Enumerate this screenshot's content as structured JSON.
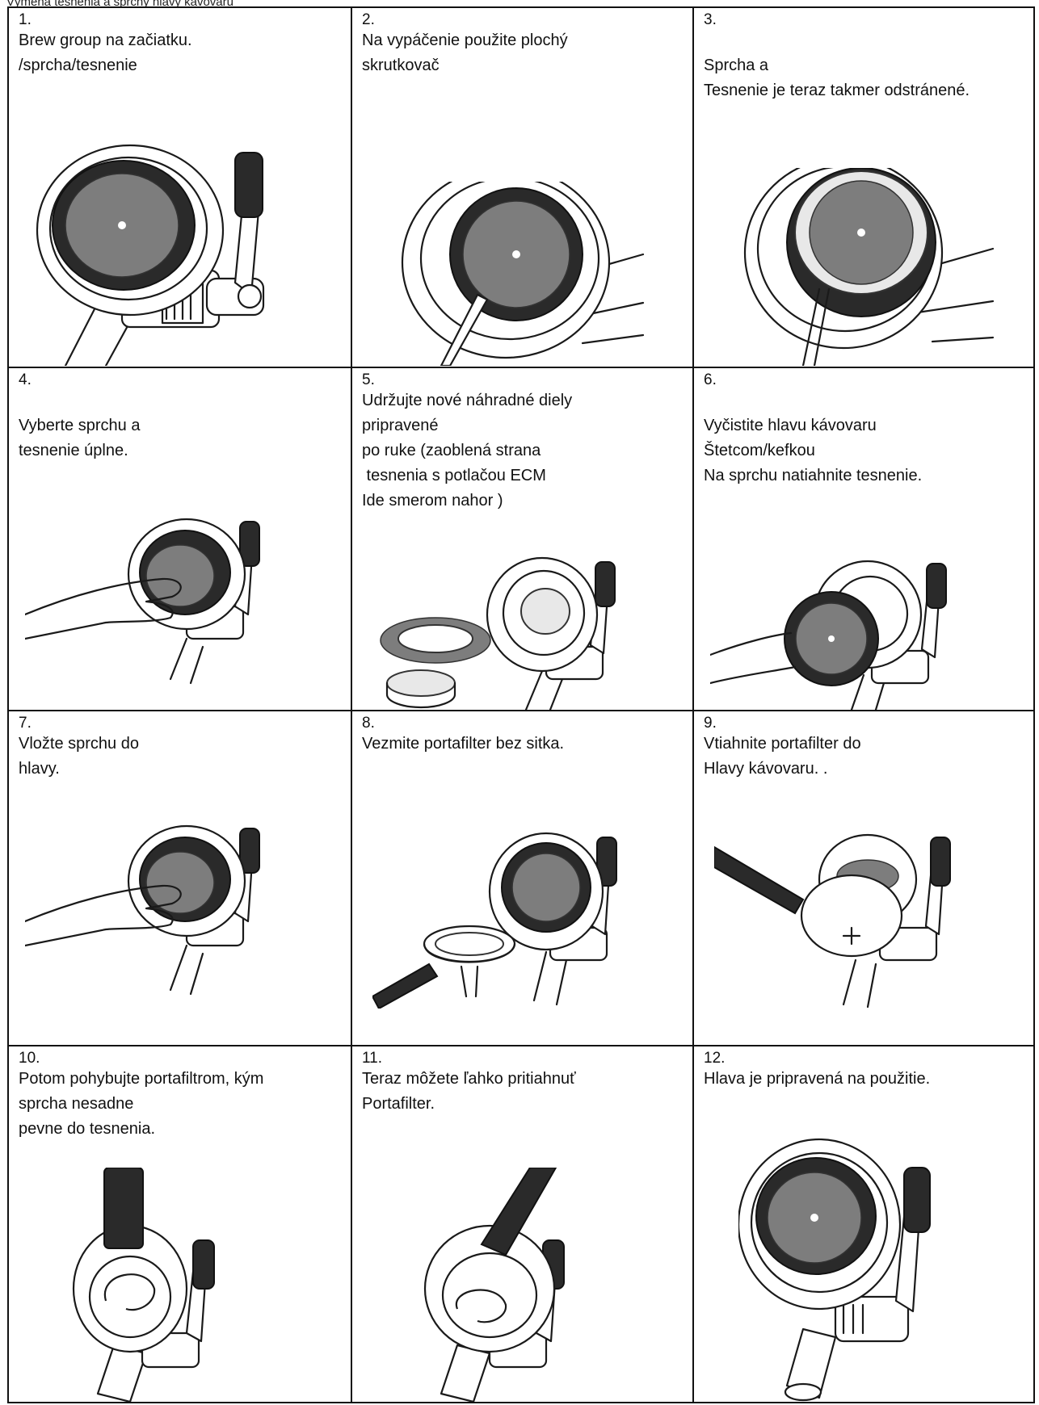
{
  "header": {
    "caption": "Výmena tesnenia a sprchy hlavy kávovaru"
  },
  "steps": [
    {
      "number": "1.",
      "lines": [
        "Brew group na začiatku.",
        "/sprcha/tesnenie"
      ]
    },
    {
      "number": "2.",
      "lines": [
        "Na vypáčenie použite plochý",
        "skrutkovač"
      ]
    },
    {
      "number": "3.",
      "lines": [
        "",
        "Sprcha a",
        "Tesnenie je teraz takmer odstránené."
      ]
    },
    {
      "number": "4.",
      "lines": [
        "",
        "Vyberte sprchu a",
        "tesnenie úplne."
      ]
    },
    {
      "number": "5.",
      "lines": [
        "Udržujte nové náhradné diely",
        "pripravené",
        "po ruke (zaoblená strana",
        " tesnenia s potlačou ECM",
        "Ide smerom nahor )"
      ]
    },
    {
      "number": "6.",
      "lines": [
        "",
        "Vyčistite hlavu kávovaru",
        "Štetcom/kefkou",
        "Na sprchu natiahnite tesnenie."
      ]
    },
    {
      "number": "7.",
      "lines": [
        "Vložte sprchu do",
        "hlavy."
      ]
    },
    {
      "number": "8.",
      "lines": [
        "Vezmite portafilter bez sitka."
      ]
    },
    {
      "number": "9.",
      "lines": [
        "Vtiahnite portafilter do",
        "Hlavy kávovaru. ."
      ]
    },
    {
      "number": "10.",
      "lines": [
        "Potom pohybujte portafiltrom, kým",
        "sprcha nesadne",
        "pevne do tesnenia."
      ]
    },
    {
      "number": "11.",
      "lines": [
        "Teraz môžete ľahko pritiahnuť",
        "Portafilter."
      ]
    },
    {
      "number": "12.",
      "lines": [
        "Hlava je pripravená na použitie."
      ]
    }
  ]
}
